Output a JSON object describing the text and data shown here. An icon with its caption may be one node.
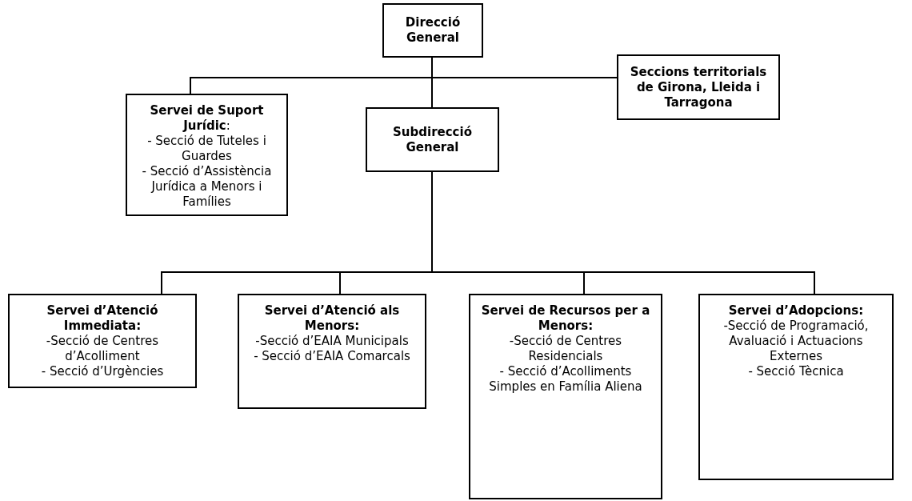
{
  "diagram": {
    "nodes": [
      {
        "text": [
          "Direcció General"
        ]
      },
      {
        "text": [
          "Seccions territorials de Girona, Lleida i Tarragona"
        ]
      },
      {
        "text": [
          "**Servei de Suport Jurídic**:",
          "- Secció de Tuteles i Guardes",
          "- Secció d’Assistència Jurídica a Menors i Famílies"
        ]
      },
      {
        "text": [
          "Subdirecció General"
        ]
      },
      {
        "text": [
          "Servei d’Atenció Immediata:",
          "-Secció de Centres d’Acolliment",
          "- Secció d’Urgències"
        ]
      },
      {
        "text": [
          "Servei d’Atenció als Menors:",
          "-Secció d’EAIA Municipals",
          "- Secció d’EAIA Comarcals"
        ]
      },
      {
        "text": [
          "Servei de Recursos per a Menors:",
          "-Secció de Centres Residencials",
          "- Secció d’Acolliments Simples en Família Aliena"
        ]
      },
      {
        "text": [
          "Servei d’Adopcions:",
          "-Secció de Programació, Avaluació i Actuacions Externes",
          "- Secció Tècnica"
        ]
      }
    ],
    "edges": [
      {
        "from": 0,
        "to": 2,
        "arrow": "none"
      },
      {
        "from": 0,
        "to": 1,
        "arrow": "none"
      },
      {
        "from": 0,
        "to": 3,
        "arrow": "none"
      },
      {
        "from": 3,
        "to": 4,
        "arrow": "none"
      },
      {
        "from": 3,
        "to": 5,
        "arrow": "none"
      },
      {
        "from": 3,
        "to": 6,
        "arrow": "none"
      },
      {
        "from": 3,
        "to": 7,
        "arrow": "none"
      }
    ]
  }
}
